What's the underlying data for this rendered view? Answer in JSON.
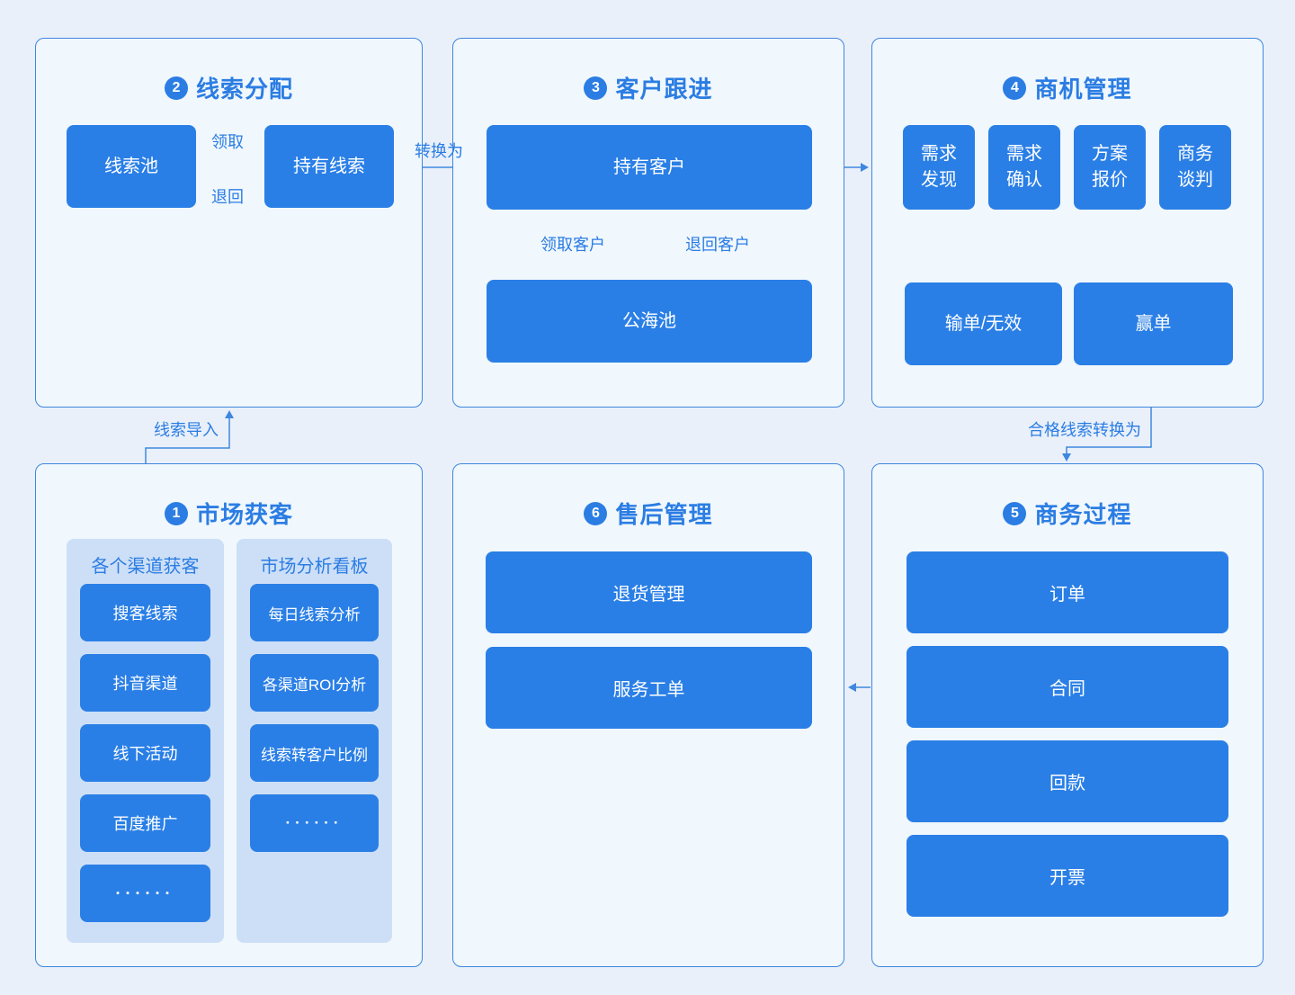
{
  "colors": {
    "accent": "#2b7de3",
    "box": "#2a7fe6",
    "line": "#3f87dd",
    "panel_bg": "#f0f7fd",
    "subpanel_bg": "#cddff7",
    "page_bg": "#e9f0fa",
    "node_text": "#ffffff"
  },
  "panels": {
    "lead_distribution": {
      "badge": "2",
      "title": "线索分配",
      "lead_pool": "线索池",
      "held_leads": "持有线索"
    },
    "customer_follow": {
      "badge": "3",
      "title": "客户跟进",
      "held_customers": "持有客户",
      "public_pool": "公海池"
    },
    "opportunity": {
      "badge": "4",
      "title": "商机管理",
      "stages": [
        "需求发现",
        "需求确认",
        "方案报价",
        "商务谈判"
      ],
      "lost": "输单/无效",
      "won": "赢单"
    },
    "market": {
      "badge": "1",
      "title": "市场获客",
      "channel_group": {
        "header": "各个渠道获客",
        "items": [
          "搜客线索",
          "抖音渠道",
          "线下活动",
          "百度推广",
          "······"
        ]
      },
      "analysis_group": {
        "header": "市场分析看板",
        "items": [
          "每日线索分析",
          "各渠道ROI分析",
          "线索转客户比例",
          "······"
        ]
      }
    },
    "aftersales": {
      "badge": "6",
      "title": "售后管理",
      "returns": "退货管理",
      "tickets": "服务工单"
    },
    "business": {
      "badge": "5",
      "title": "商务过程",
      "items": [
        "订单",
        "合同",
        "回款",
        "开票"
      ]
    }
  },
  "edge_labels": {
    "claim": "领取",
    "return": "退回",
    "convert": "转换为",
    "claim_customer": "领取客户",
    "return_customer": "退回客户",
    "lead_import": "线索导入",
    "qualified_convert": "合格线索转换为"
  }
}
